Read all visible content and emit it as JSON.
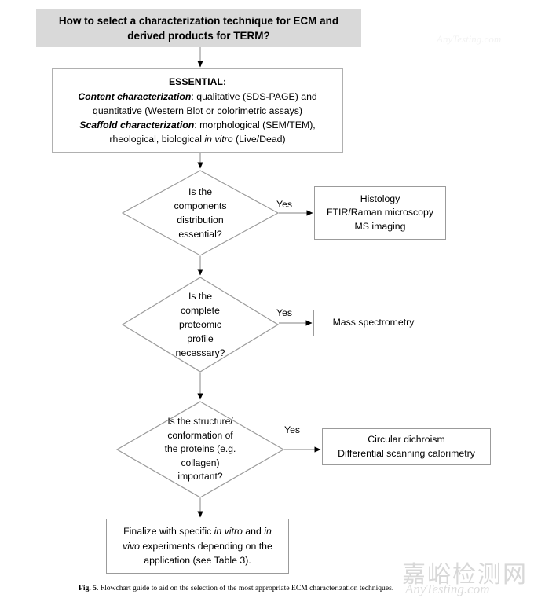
{
  "figure": {
    "header": {
      "text": "How to select a characterization technique for ECM and derived products for TERM?",
      "fill_color": "#d9d9d9"
    },
    "essential": {
      "title": "ESSENTIAL:",
      "line1_label": "Content characterization",
      "line1_rest": ": qualitative (SDS-PAGE) and",
      "line2": "quantitative (Western Blot or colorimetric assays)",
      "line3_label": "Scaffold characterization",
      "line3_rest": ": morphological (SEM/TEM),",
      "line4_a": "rheological, biological ",
      "line4_italic": "in vitro",
      "line4_b": " (Live/Dead)"
    },
    "decisions": [
      {
        "id": "components-distribution",
        "lines": [
          "Is the",
          "components",
          "distribution",
          "essential?"
        ],
        "branch_label": "Yes"
      },
      {
        "id": "proteomic-profile",
        "lines": [
          "Is the",
          "complete",
          "proteomic",
          "profile",
          "necessary?"
        ],
        "branch_label": "Yes"
      },
      {
        "id": "structure-conformation",
        "lines": [
          "Is the structure/",
          "conformation of",
          "the proteins (e.g.",
          "collagen)",
          "important?"
        ],
        "branch_label": "Yes"
      }
    ],
    "outcomes": [
      {
        "id": "imaging-techniques",
        "lines": [
          "Histology",
          "FTIR/Raman microscopy",
          "MS imaging"
        ]
      },
      {
        "id": "mass-spectrometry",
        "lines": [
          "Mass spectrometry"
        ]
      },
      {
        "id": "conformation-techniques",
        "lines": [
          "Circular dichroism",
          "Differential scanning calorimetry"
        ]
      }
    ],
    "final": {
      "a": "Finalize with specific ",
      "italic1": "in vitro",
      "b": " and ",
      "italic2": "in vivo",
      "c": " experiments depending on the application (see Table 3)."
    },
    "caption": {
      "number": "Fig. 5.",
      "text": "Flowchart guide to aid on the selection of the most appropriate ECM characterization techniques."
    },
    "watermark": {
      "chinese": "嘉峪检测网",
      "latin": "AnyTesting.com",
      "top": "AnyTesting.com"
    },
    "colors": {
      "line": "#9b9b9b",
      "arrow": "#000000",
      "header_fill": "#d9d9d9",
      "text": "#000000"
    }
  }
}
